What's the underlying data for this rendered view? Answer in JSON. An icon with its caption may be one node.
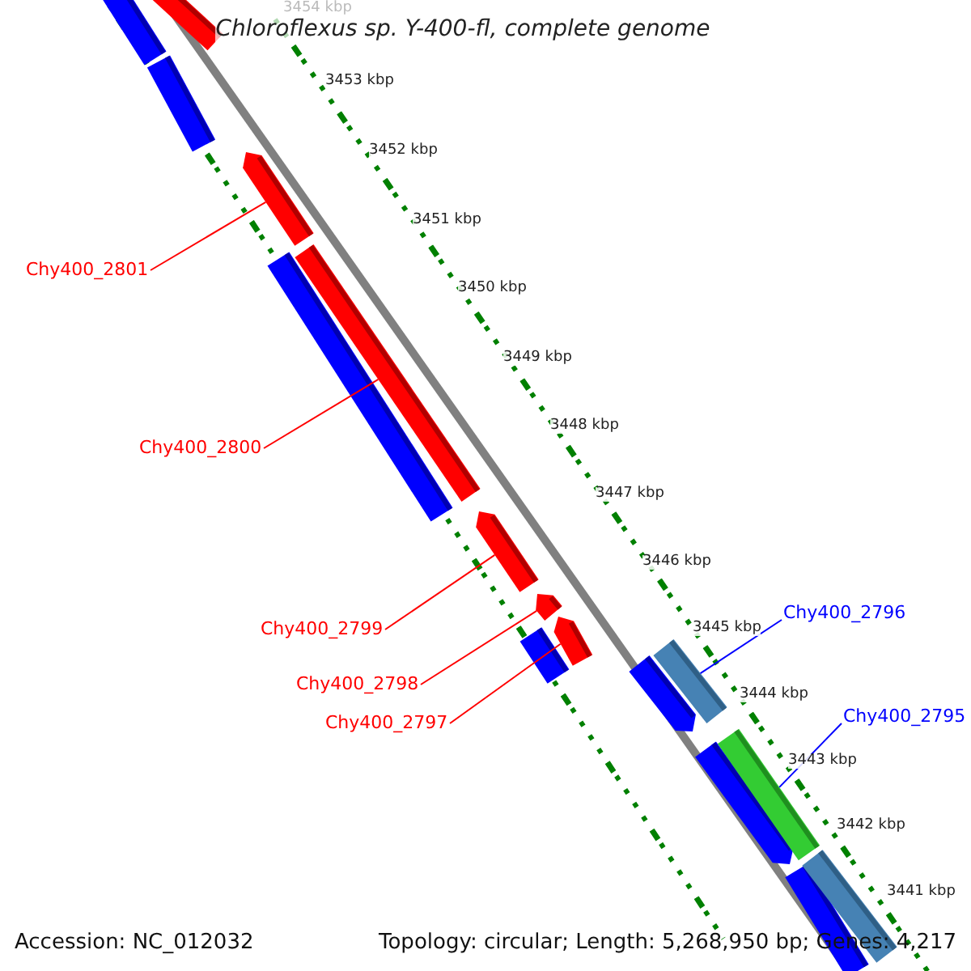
{
  "diagram": {
    "title": "Chloroflexus sp. Y-400-fl, complete genome",
    "nodes": [
      {
        "text": [
          "Chy400_2801"
        ]
      },
      {
        "text": [
          "Chy400_2800"
        ]
      },
      {
        "text": [
          "Chy400_2796"
        ]
      },
      {
        "text": [
          "Chy400_2799"
        ]
      },
      {
        "text": [
          "Chy400_2798"
        ]
      },
      {
        "text": [
          "Chy400_2795"
        ]
      },
      {
        "text": [
          "Chy400_2797"
        ]
      },
      {
        "text": [],
        "shape": "bar"
      },
      {
        "text": [],
        "shape": "bar"
      },
      {
        "text": [],
        "shape": "bar"
      },
      {
        "text": [],
        "shape": "bar"
      },
      {
        "text": [],
        "shape": "bar"
      },
      {
        "text": [],
        "shape": "bar"
      },
      {
        "text": [],
        "shape": "bar"
      }
    ],
    "edges": [
      {
        "from": 0,
        "to": 7,
        "arrow": "none"
      },
      {
        "from": 1,
        "to": 8,
        "arrow": "none"
      },
      {
        "from": 2,
        "to": 9,
        "arrow": "none",
        "color": "#0000ff"
      },
      {
        "from": 3,
        "to": 10,
        "arrow": "none"
      },
      {
        "from": 4,
        "to": 11,
        "arrow": "none"
      },
      {
        "from": 5,
        "to": 12,
        "arrow": "none",
        "color": "#0000ff"
      },
      {
        "from": 6,
        "to": 13,
        "arrow": "none"
      }
    ],
    "labels": [
      "3454 kbp",
      "3453 kbp",
      "3452 kbp",
      "3451 kbp",
      "3450 kbp",
      "3449 kbp",
      "3448 kbp",
      "3447 kbp",
      "3446 kbp",
      "3445 kbp",
      "3444 kbp",
      "3443 kbp",
      "3442 kbp",
      "3441 kbp",
      "Accession: NC_012032",
      "Topology: circular; Length: 5,268,950 bp; Genes: 4,217"
    ]
  }
}
